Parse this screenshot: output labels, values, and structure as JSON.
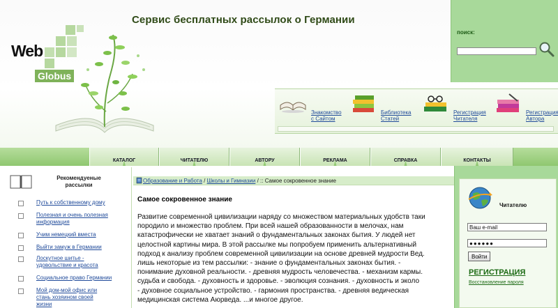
{
  "header": {
    "title": "Сервис бесплатных рассылок о Германии",
    "logo_web": "Web",
    "logo_globus": "Globus"
  },
  "search": {
    "label": "поиск:",
    "placeholder": ""
  },
  "quick_links": [
    {
      "line1": "Знакомство",
      "line2": "с Сайтом",
      "icon": "open-book-icon"
    },
    {
      "line1": "Библиотека",
      "line2": "Статей",
      "icon": "books-stack-icon"
    },
    {
      "line1": "Регистрация",
      "line2": "Читателя",
      "icon": "glasses-books-icon"
    },
    {
      "line1": "Регистрация",
      "line2": "Автора",
      "icon": "pen-books-icon"
    }
  ],
  "nav": [
    "КАТАЛОГ",
    "ЧИТАТЕЛЮ",
    "АВТОРУ",
    "РЕКЛАМА",
    "СПРАВКА",
    "КОНТАКТЫ"
  ],
  "left_sidebar": {
    "title_line1": "Рекомендуеные",
    "title_line2": "рассылки",
    "items": [
      {
        "line1": "Путь к собственному дому",
        "line2": ""
      },
      {
        "line1": "Полезная и очень полезная",
        "line2": "информация"
      },
      {
        "line1": "Учим немецкий вместа",
        "line2": ""
      },
      {
        "line1": "Выйти замуж в Германии",
        "line2": ""
      },
      {
        "line1": "Лоскутное шитье -",
        "line2": "удовольствие и красота"
      },
      {
        "line1": "Социальное право Германии",
        "line2": ""
      },
      {
        "line1": "Мой дом-мой офис или",
        "line2": "стань хозяином своей",
        "line3": "жизни"
      }
    ]
  },
  "breadcrumb": {
    "link1": "Образование и Работа",
    "sep1": " / ",
    "link2": "Школы и Гимназии",
    "sep2": " / :: ",
    "current": "Самое сокровенное знание"
  },
  "article": {
    "title": "Самое сокровенное знание",
    "lines": [
      "Развитие современной цивилизации наряду со множеством материальных удобств таки",
      "породило и множество проблем. При всей нашей образованности в мелочах, нам",
      "катастрофически не хватает знаний о фундаментальных законах бытия. У людей нет",
      "целостной картины мира. В этой рассылке мы попробуем применить альтернативный",
      "подход к анализу проблем современной цивилизации на основе древней мудрости Вед.",
      "лишь некоторые из тем рассылки: - знание о фундаментальных законах бытия. -",
      "понимание духовной реальности. - древняя мудрость человечества. - механизм кармы.",
      "судьба и свобода. - духовность и здоровье. - эволюция сознания. - духовность и эколо",
      "- духовное социальное устройство. - гармония пространства. - древняя ведическая",
      "медицинская система Аюрведа. ...и многое другое."
    ]
  },
  "login": {
    "reader_label": "Читателю",
    "email_value": "Ваш e-mail",
    "password_value": "●●●●●●",
    "login_label": "Войти",
    "register_label": "РЕГИСТРАЦИЯ",
    "restore_label": "Восстановление пароля"
  },
  "colors": {
    "accent_green": "#a8d99a",
    "link_blue": "#1f4a9a",
    "title_green": "#2f4a17"
  }
}
